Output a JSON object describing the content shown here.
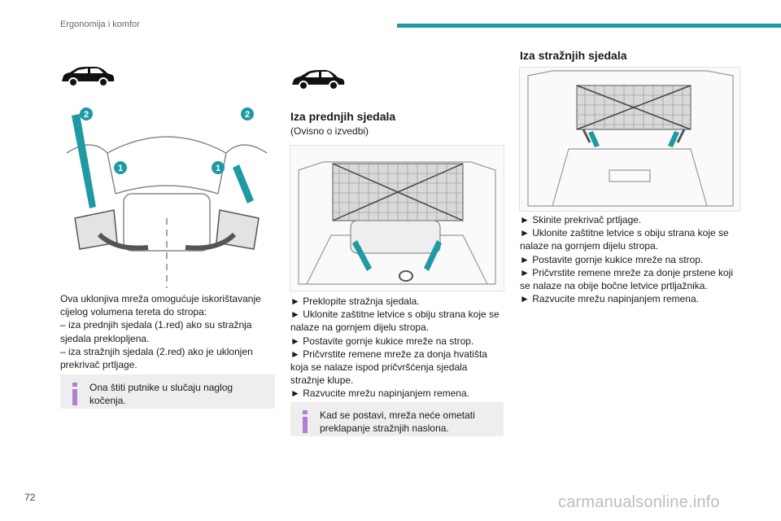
{
  "header": {
    "section_title": "Ergonomija i komfor"
  },
  "page_number": "72",
  "watermark": "carmanualsonline.info",
  "column1": {
    "callouts": [
      "2",
      "2",
      "1",
      "1"
    ],
    "paragraphs": [
      "Ova uklonjiva mreža omogućuje iskorištavanje cijelog volumena tereta do stropa:",
      "–  iza prednjih sjedala (1.red) ako su stražnja sjedala preklopljena.",
      "–  iza stražnjih sjedala (2.red) ako je uklonjen prekrivač prtljage."
    ],
    "note": "Ona štiti putnike u slučaju naglog kočenja."
  },
  "column2": {
    "heading": "Iza prednjih sjedala",
    "subheading": "(Ovisno o izvedbi)",
    "steps": [
      "► Preklopite stražnja sjedala.",
      "► Uklonite zaštitne letvice s obiju strana koje se nalaze na gornjem dijelu stropa.",
      "► Postavite gornje kukice mreže na strop.",
      "► Pričvrstite remene mreže za donja hvatišta koja se nalaze ispod pričvršćenja sjedala stražnje klupe.",
      "► Razvucite mrežu napinjanjem remena."
    ],
    "note": "Kad se postavi, mreža neće ometati preklapanje stražnjih naslona."
  },
  "column3": {
    "heading": "Iza stražnjih sjedala",
    "steps": [
      "► Skinite prekrivač prtljage.",
      "► Uklonite zaštitne letvice s obiju strana koje se nalaze na gornjem dijelu stropa.",
      "► Postavite gornje kukice mreže na strop.",
      "► Pričvrstite remene mreže za donje prstene koji se nalaze na obije bočne letvice prtljažnika.",
      "► Razvucite mrežu napinjanjem remena."
    ]
  },
  "colors": {
    "accent": "#1f9aa3",
    "note_bg": "#eeeeee",
    "note_icon": "#b07fd0"
  },
  "icons": [
    "car-silhouette-icon",
    "info-icon"
  ]
}
